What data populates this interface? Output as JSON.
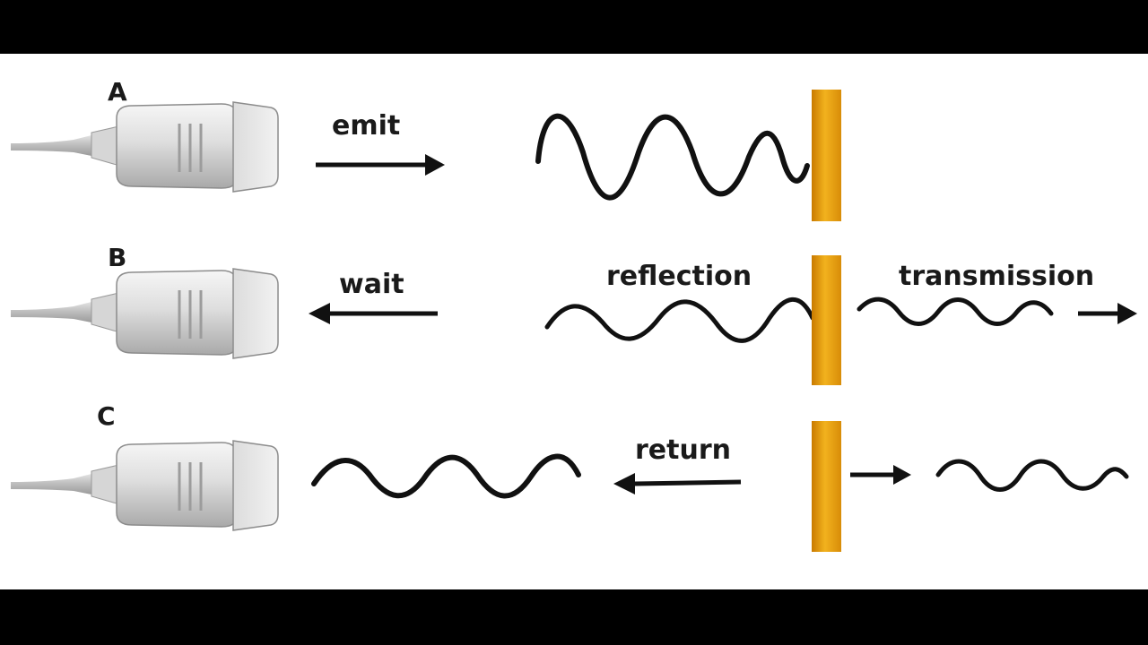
{
  "rows": {
    "a": {
      "letter": "A",
      "action": "emit"
    },
    "b": {
      "letter": "B",
      "action": "wait",
      "reflection": "reflection",
      "transmission": "transmission"
    },
    "c": {
      "letter": "C",
      "action": "return"
    }
  },
  "colors": {
    "letterbox": "#000000",
    "panel": "#ffffff",
    "barrier": "#e89a12",
    "barrier_edge": "#b86a00",
    "ink": "#111111",
    "probe_body": "#d9d9d9"
  },
  "icons": {
    "probe": "ultrasound-transducer-icon",
    "barrier": "tissue-interface",
    "arrow": "arrow-icon"
  }
}
